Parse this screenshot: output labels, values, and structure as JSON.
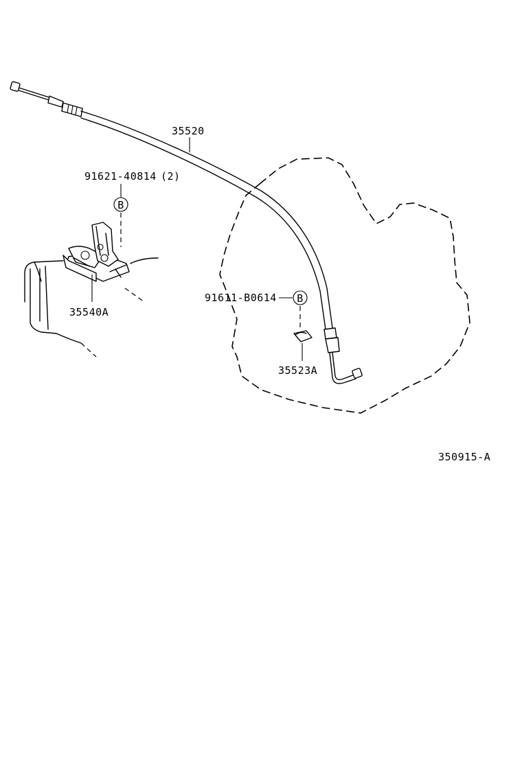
{
  "diagram": {
    "parts": {
      "cable": "35520",
      "bolt_upper": "91621-40814",
      "bolt_upper_qty": "(2)",
      "bracket_lower": "35540A",
      "bolt_side": "91611-B0614",
      "clamp": "35523A"
    },
    "callout_letter": "B",
    "drawing_number": "350915-A"
  }
}
